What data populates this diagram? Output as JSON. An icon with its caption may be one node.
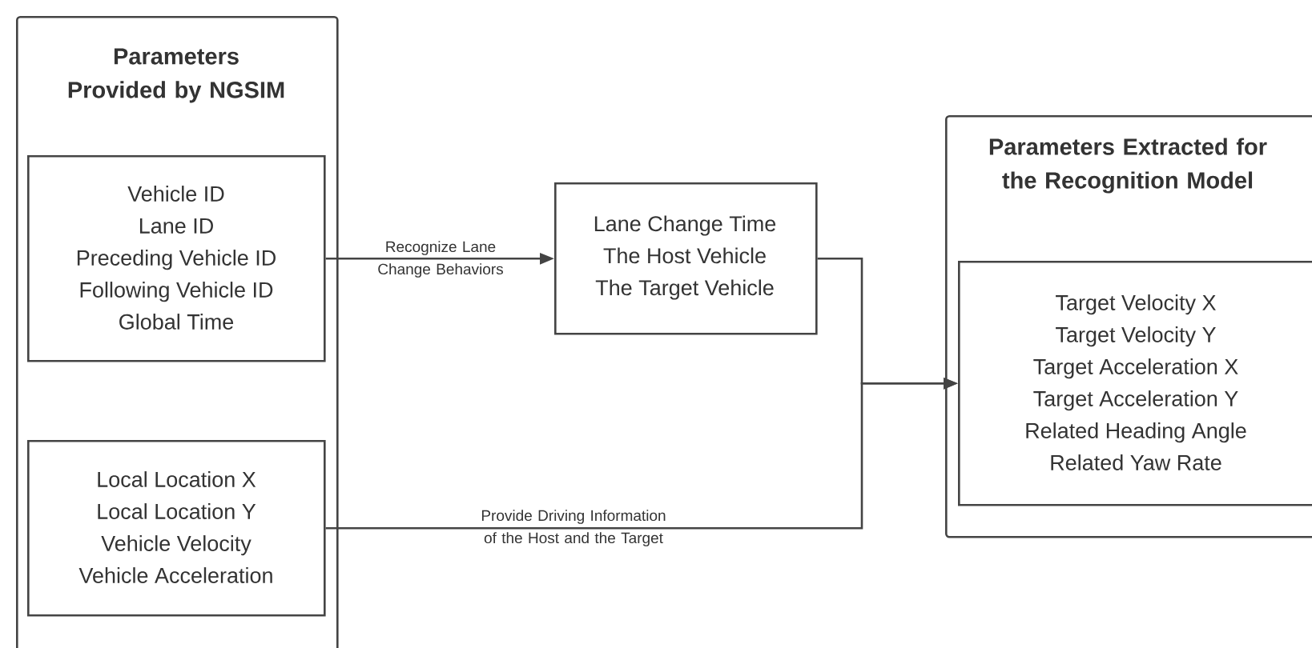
{
  "diagram": {
    "nodes": [
      {
        "text": [
          "Parameters Provided by NGSIM"
        ]
      },
      {
        "text": [
          "Vehicle ID",
          "Lane ID",
          "Preceding Vehicle ID",
          "Following Vehicle ID",
          "Global Time"
        ],
        "in": 0
      },
      {
        "text": [
          "Local Location X",
          "Local Location Y",
          "Vehicle Velocity",
          "Vehicle Acceleration"
        ],
        "in": 0
      },
      {
        "text": [
          "Lane Change Time",
          "The Host Vehicle",
          "The Target Vehicle"
        ]
      },
      {
        "text": [
          "Parameters Extracted for the Recognition Model"
        ]
      },
      {
        "text": [
          "Target Velocity X",
          "Target Velocity Y",
          "Target Acceleration X",
          "Target Acceleration Y",
          "Related Heading Angle",
          "Related Yaw Rate"
        ],
        "in": 4
      }
    ],
    "edges": [
      {
        "from": 1,
        "to": 3,
        "arrow": "to",
        "label": "Recognize Lane Change Behaviors"
      },
      {
        "from": 3,
        "to": 5,
        "arrow": "to"
      },
      {
        "from": 2,
        "to": 5,
        "arrow": "to",
        "label": "Provide Driving Information of the Host and the Target"
      }
    ]
  }
}
